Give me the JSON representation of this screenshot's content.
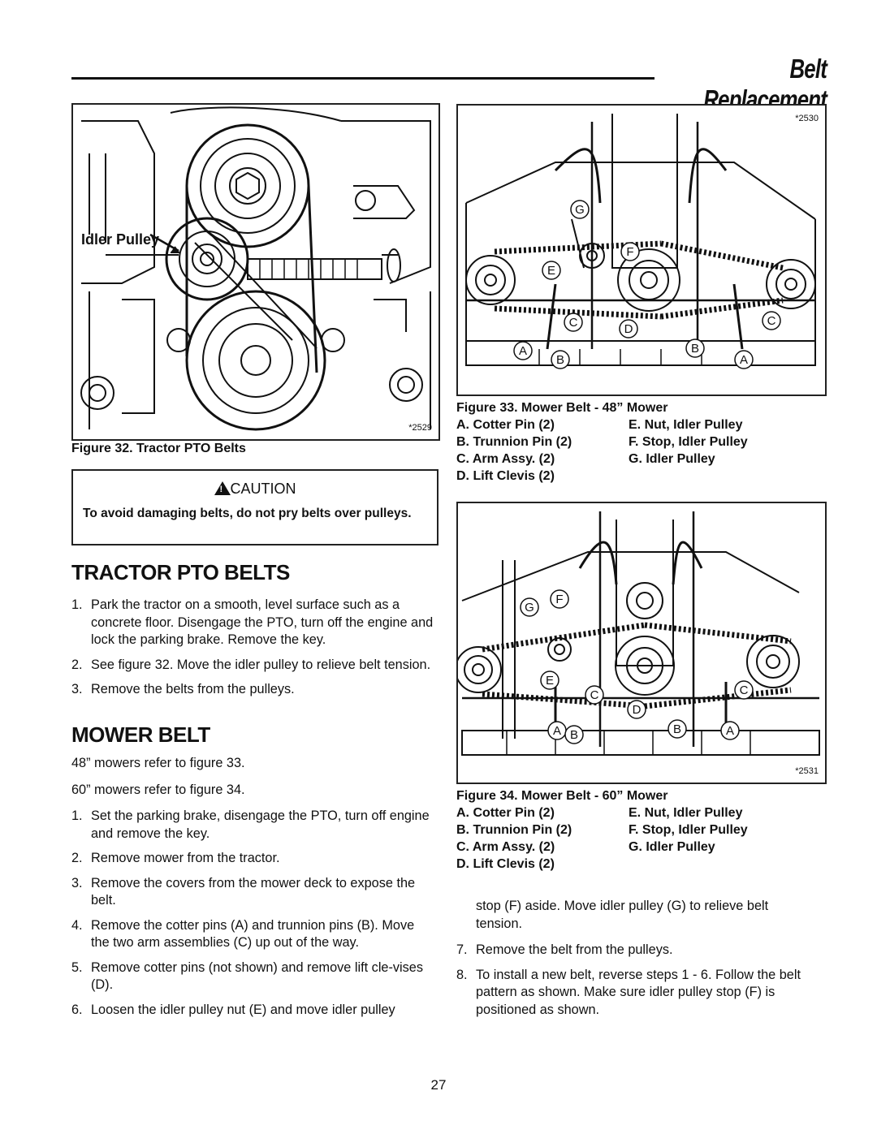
{
  "header": {
    "title": "Belt Replacement"
  },
  "figure32": {
    "image_id": "*2529",
    "callout": "Idler Pulley",
    "caption": "Figure 32. Tractor PTO Belts"
  },
  "caution": {
    "label": "CAUTION",
    "text": "To avoid damaging belts, do not pry belts over pulleys."
  },
  "section_tractor": {
    "heading": "TRACTOR PTO BELTS",
    "steps": [
      {
        "num": "1.",
        "text": "Park the tractor on a smooth, level surface such as a concrete floor. Disengage the PTO, turn off the engine and lock the parking brake. Remove the key."
      },
      {
        "num": "2.",
        "text": "See figure 32. Move the idler pulley to relieve belt tension."
      },
      {
        "num": "3.",
        "text": "Remove the belts from the pulleys."
      }
    ]
  },
  "section_mower": {
    "heading": "MOWER BELT",
    "intro": [
      "48” mowers refer to figure 33.",
      "60” mowers refer to figure 34."
    ],
    "steps": [
      {
        "num": "1.",
        "text": "Set the parking brake, disengage the PTO, turn off engine and remove the key."
      },
      {
        "num": "2.",
        "text": "Remove mower from the tractor."
      },
      {
        "num": "3.",
        "text": "Remove the covers from the mower deck to expose the belt."
      },
      {
        "num": "4.",
        "text": "Remove the cotter pins (A) and trunnion pins (B). Move the two arm assemblies (C) up out of the way."
      },
      {
        "num": "5.",
        "text": "Remove cotter pins (not shown) and remove lift cle-vises (D)."
      },
      {
        "num": "6.",
        "text": "Loosen the idler pulley nut (E) and move idler pulley"
      }
    ],
    "continuation": "stop (F) aside. Move idler pulley (G) to relieve belt tension.",
    "steps_cont": [
      {
        "num": "7.",
        "text": "Remove the belt from the pulleys."
      },
      {
        "num": "8.",
        "text": "To install a new belt, reverse steps 1 - 6. Follow the belt pattern as shown. Make sure idler pulley stop (F) is positioned as shown."
      }
    ]
  },
  "figure33": {
    "image_id": "*2530",
    "caption": "Figure 33. Mower Belt - 48” Mower",
    "legend_left": [
      "A.  Cotter Pin (2)",
      "B.  Trunnion Pin (2)",
      "C.  Arm Assy. (2)",
      "D.  Lift Clevis (2)"
    ],
    "legend_right": [
      "E.  Nut, Idler Pulley",
      "F.  Stop, Idler Pulley",
      "G.  Idler Pulley"
    ],
    "labels": [
      "G",
      "F",
      "E",
      "C",
      "D",
      "C",
      "A",
      "B",
      "B",
      "A"
    ]
  },
  "figure34": {
    "image_id": "*2531",
    "caption": "Figure 34. Mower Belt - 60” Mower",
    "legend_left": [
      "A.  Cotter Pin (2)",
      "B.  Trunnion Pin (2)",
      "C.  Arm Assy. (2)",
      "D.  Lift Clevis (2)"
    ],
    "legend_right": [
      "E.  Nut, Idler Pulley",
      "F.  Stop, Idler Pulley",
      "G.  Idler Pulley"
    ],
    "labels": [
      "G",
      "F",
      "E",
      "C",
      "C",
      "D",
      "A",
      "B",
      "B",
      "A"
    ]
  },
  "page_number": "27"
}
